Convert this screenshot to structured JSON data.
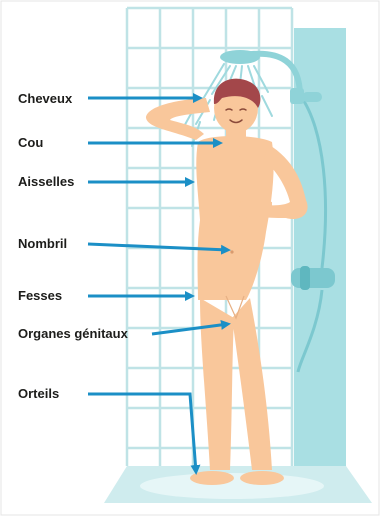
{
  "labels": {
    "cheveux": "Cheveux",
    "cou": "Cou",
    "aisselles": "Aisselles",
    "nombril": "Nombril",
    "fesses": "Fesses",
    "organes": "Organes génitaux",
    "orteils": "Orteils"
  },
  "colors": {
    "arrow": "#1b8fc6",
    "skin": "#f9c79b",
    "hair": "#a3474a",
    "tile_line": "#bfe3e6",
    "panel": "#a9dfe3",
    "floor": "#cfecee"
  }
}
